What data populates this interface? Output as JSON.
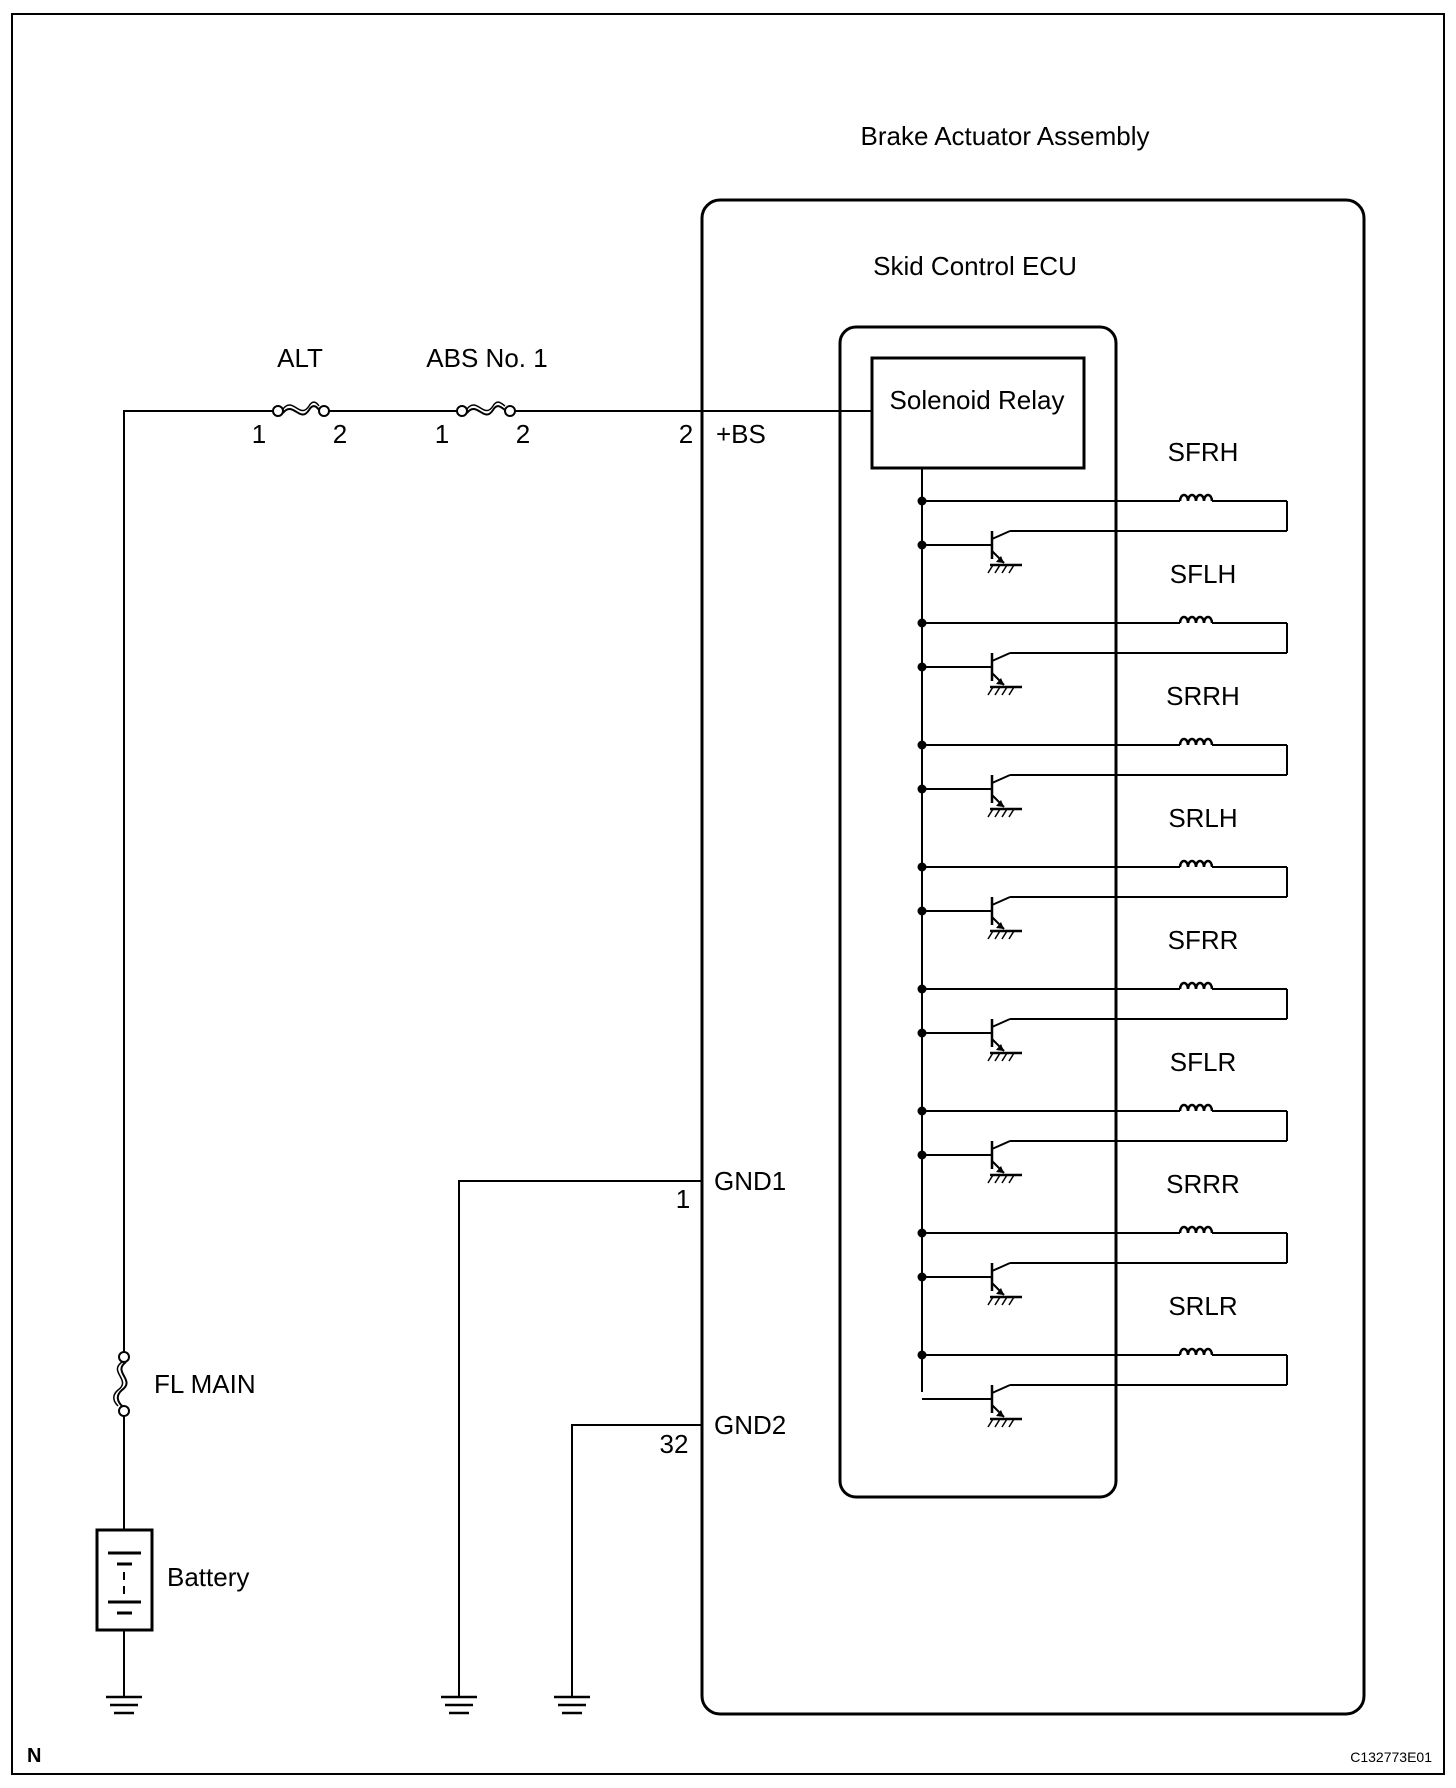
{
  "assembly_label": "Brake Actuator Assembly",
  "ecu_label": "Skid Control ECU",
  "relay_label": "Solenoid Relay",
  "fuse_alt": {
    "name": "ALT",
    "pin_in": "1",
    "pin_out": "2"
  },
  "fuse_abs": {
    "name": "ABS No. 1",
    "pin_in": "1",
    "pin_out": "2"
  },
  "fuse_fl_main": {
    "name": "FL MAIN"
  },
  "battery_label": "Battery",
  "terminals": {
    "bs": {
      "pin": "2",
      "name": "+BS"
    },
    "gnd1": {
      "pin": "1",
      "name": "GND1"
    },
    "gnd2": {
      "pin": "32",
      "name": "GND2"
    }
  },
  "solenoids": [
    "SFRH",
    "SFLH",
    "SRRH",
    "SRLH",
    "SFRR",
    "SFLR",
    "SRRR",
    "SRLR"
  ],
  "footer": {
    "left_mark": "N",
    "figure_code": "C132773E01"
  }
}
